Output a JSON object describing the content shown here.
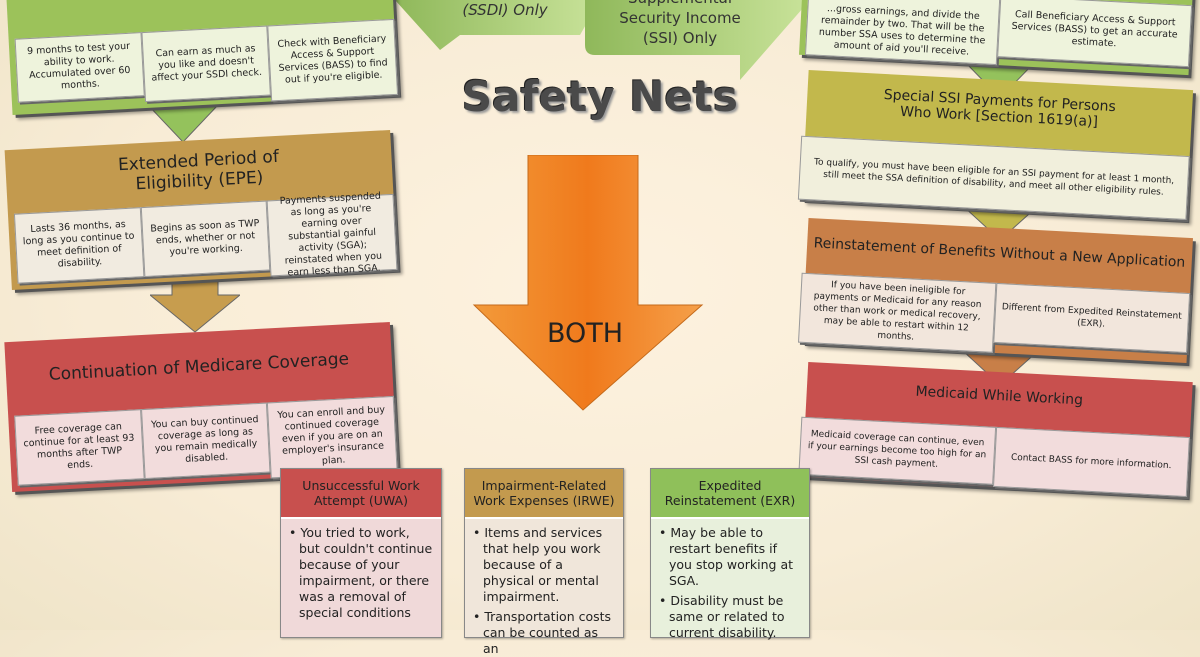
{
  "title": "Safety Nets",
  "colors": {
    "green": "#9bc15a",
    "tan": "#c39a4e",
    "red": "#c8504e",
    "olive": "#c2b84c",
    "orange": "#c87f48",
    "both_arrow": "#f08a2a"
  },
  "banner": {
    "ssdi": "Disability Income (SSDI) Only",
    "ssi": "Supplemental Security Income (SSI) Only"
  },
  "center_arrow": {
    "label": "BOTH"
  },
  "left": [
    {
      "title": "(TWP)",
      "cells": [
        "9 months to test your ability to work. Accumulated over 60 months.",
        "Can earn as much as you like and doesn't affect your SSDI check.",
        "Check with Beneficiary Access & Support Services (BASS) to find out if you're eligible."
      ]
    },
    {
      "title": "Extended Period of Eligibility (EPE)",
      "cells": [
        "Lasts 36 months, as long as you continue to meet definition of disability.",
        "Begins as soon as TWP ends, whether or not you're working.",
        "Payments suspended as long as you're earning over substantial gainful activity (SGA); reinstated when you earn less than SGA."
      ]
    },
    {
      "title": "Continuation of Medicare Coverage",
      "cells": [
        "Free coverage can continue for at least 93 months after TWP ends.",
        "You can buy continued coverage as long as you remain medically disabled.",
        "You can enroll and buy continued coverage even if you are on an employer's insurance plan."
      ]
    }
  ],
  "right": [
    {
      "title": "",
      "cells": [
        "...gross earnings, and divide the remainder by two. That will be the number SSA uses to determine the amount of aid you'll receive.",
        "Call Beneficiary Access & Support Services (BASS) to get an accurate estimate."
      ]
    },
    {
      "title": "Special SSI Payments for Persons Who Work [Section 1619(a)]",
      "cells": [
        "To qualify, you must have been eligible for an SSI payment for at least 1 month, still meet the SSA definition of disability, and meet all other eligibility rules."
      ]
    },
    {
      "title": "Reinstatement of Benefits Without a New Application",
      "cells": [
        "If you have been ineligible for payments or Medicaid for any reason other than work or medical recovery, may be able to restart within 12 months.",
        "Different from Expedited Reinstatement (EXR)."
      ]
    },
    {
      "title": "Medicaid While Working",
      "cells": [
        "Medicaid coverage can continue, even if your earnings become too high for an SSI cash payment.",
        "Contact BASS for more information."
      ]
    }
  ],
  "bottom": [
    {
      "title": "Unsuccessful Work Attempt (UWA)",
      "bullets": [
        "You tried to work, but couldn't continue because of your impairment, or there was a removal of special conditions"
      ]
    },
    {
      "title": "Impairment-Related Work Expenses (IRWE)",
      "bullets": [
        "Items and services that help you work because of a physical or mental impairment.",
        "Transportation costs can be counted as an"
      ]
    },
    {
      "title": "Expedited Reinstatement (EXR)",
      "bullets": [
        "May be able to restart benefits if you stop working at SGA.",
        "Disability must be same or related to current disability."
      ]
    }
  ]
}
